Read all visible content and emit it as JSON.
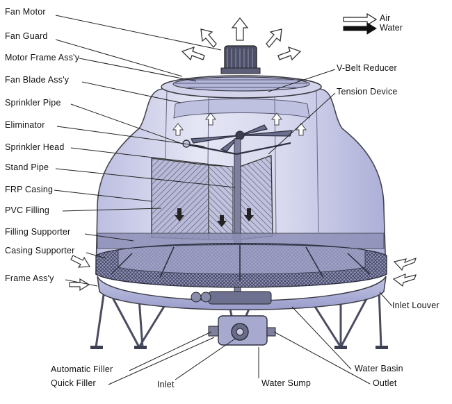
{
  "legend": {
    "air_label": "Air",
    "water_label": "Water",
    "air_color": "#ffffff",
    "water_color": "#111111"
  },
  "labels": {
    "fan_motor": "Fan Motor",
    "fan_guard": "Fan Guard",
    "motor_frame": "Motor Frame Ass'y",
    "fan_blade": "Fan  Blade Ass'y",
    "sprinkler_pipe": "Sprinkler Pipe",
    "eliminator": "Eliminator",
    "sprinkler_head": "Sprinkler Head",
    "stand_pipe": "Stand Pipe",
    "frp_casing": "FRP Casing",
    "pvc_filling": "PVC Filling",
    "filling_supporter": "Filling Supporter",
    "casing_supporter": "Casing Supporter",
    "frame_assy": "Frame Ass'y",
    "vbelt_reducer": "V-Belt Reducer",
    "tension_device": "Tension Device",
    "inlet_louver": "Inlet Louver",
    "automatic_filler": "Automatic Filler",
    "quick_filler": "Quick Filler",
    "inlet": "Inlet",
    "water_sump": "Water Sump",
    "water_basin": "Water Basin",
    "outlet": "Outlet"
  },
  "colors": {
    "casing": "#c9cbe6",
    "casing_dark": "#9b9ec9",
    "outline": "#3c3c46"
  }
}
